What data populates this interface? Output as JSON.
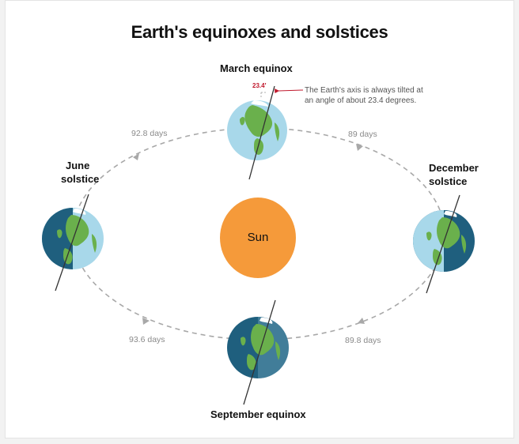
{
  "title": "Earth's equinoxes and solstices",
  "positions": {
    "top": "March equinox",
    "bottom": "September equinox",
    "left_line1": "June",
    "left_line2": "solstice",
    "right_line1": "December",
    "right_line2": "solstice"
  },
  "sun_label": "Sun",
  "durations": {
    "top_left": "92.8 days",
    "top_right": "89 days",
    "bottom_left": "93.6 days",
    "bottom_right": "89.8 days"
  },
  "tilt_angle": "23.4'",
  "tilt_note_line1": "The Earth's axis is always tilted at",
  "tilt_note_line2": "an angle of about 23.4 degrees.",
  "colors": {
    "sun": "#f59a3a",
    "ocean_dark": "#1f5f7e",
    "ocean_light": "#a8d8ea",
    "land": "#6ab04c",
    "ice": "#ffffff",
    "axis": "#333333",
    "orbit": "#a8a8a8",
    "annotation": "#c0182c"
  }
}
